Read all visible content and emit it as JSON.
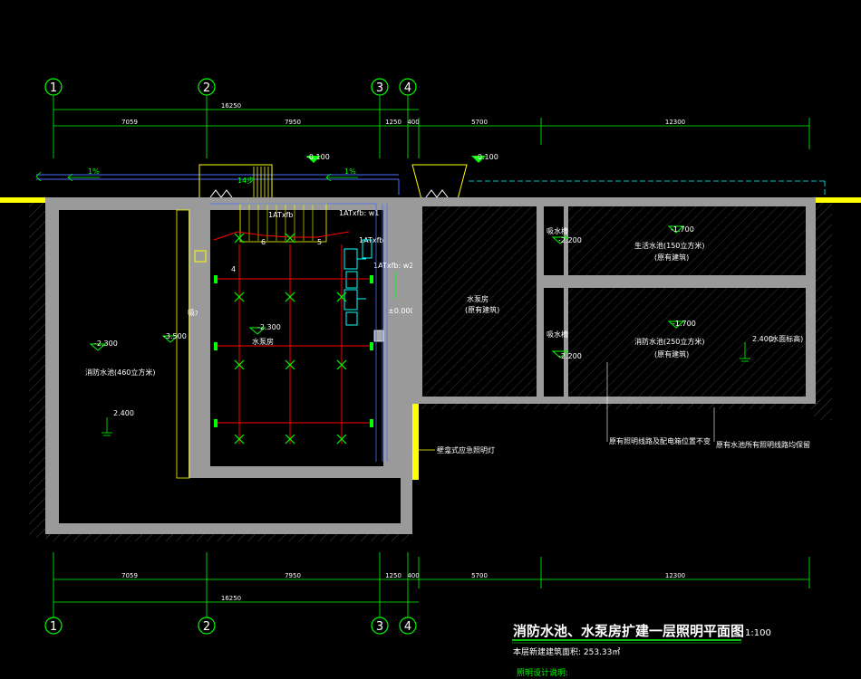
{
  "grid_axes": [
    "1",
    "2",
    "3",
    "4"
  ],
  "dimensions": {
    "total": "16250",
    "top_segments": [
      "7059",
      "7950",
      "1250",
      "400",
      "5700",
      "12300"
    ],
    "bottom_total": "16250",
    "bottom_segments": [
      "7059",
      "7950",
      "1250",
      "400",
      "5700",
      "12300"
    ]
  },
  "levels": {
    "top_left": "-0.100",
    "top_right": "-0.100",
    "slope_left": "1%",
    "slope_mid": "1%",
    "stair": "14步",
    "pool_left": "-2.300",
    "pool_left_2": "-3.500",
    "pump_room": "-2.300",
    "zero": "±0.000",
    "right_top_a": "-2.200",
    "right_top_b": "-1.700",
    "right_bot_a": "-2.200",
    "right_bot_b": "-1.700",
    "right_2400": "2.400",
    "left_2400": "2.400"
  },
  "labels": {
    "fire_pool_left": "消防水池(460立方米)",
    "pump_room": "水泵房",
    "water_tower": "吸水槽",
    "atxfb": "1ATxfb",
    "atxfb_w1": "1ATxfb: w1",
    "atxfb_w2": "1ATxfb: w2",
    "atxfb_mid": "1ATxfb",
    "water_room_mid": "水泵房",
    "water_room_mid_sub": "(原有建筑)",
    "right_top_pool": "生活水池(150立方米)",
    "right_top_pool_sub": "(原有建筑)",
    "right_bot_pool": "消防水池(250立方米)",
    "right_bot_pool_sub": "(原有建筑)",
    "suction_top": "吸水槽",
    "suction_bot": "吸水槽",
    "level_note": "(水面标高)",
    "note_bottom_left": "壁龛式应急照明灯",
    "note_bottom_mid": "原有照明线路及配电箱位置不变",
    "note_bottom_right": "原有水池所有照明线路均保留",
    "fixture_num": "4",
    "fixture_num_6": "6",
    "fixture_num_5": "5"
  },
  "title": {
    "main": "消防水池、水泵房扩建一层照明平面图",
    "scale": "1:100",
    "area": "本层新建建筑面积: 253.33㎡",
    "notes_heading": "照明设计说明:"
  },
  "colors": {
    "background": "#000000",
    "grid_line": "#00ff00",
    "wall": "#ffffff",
    "ground": "#ffff00",
    "cyan": "#00ffff",
    "red": "#ff0000",
    "text": "#ffffff"
  }
}
